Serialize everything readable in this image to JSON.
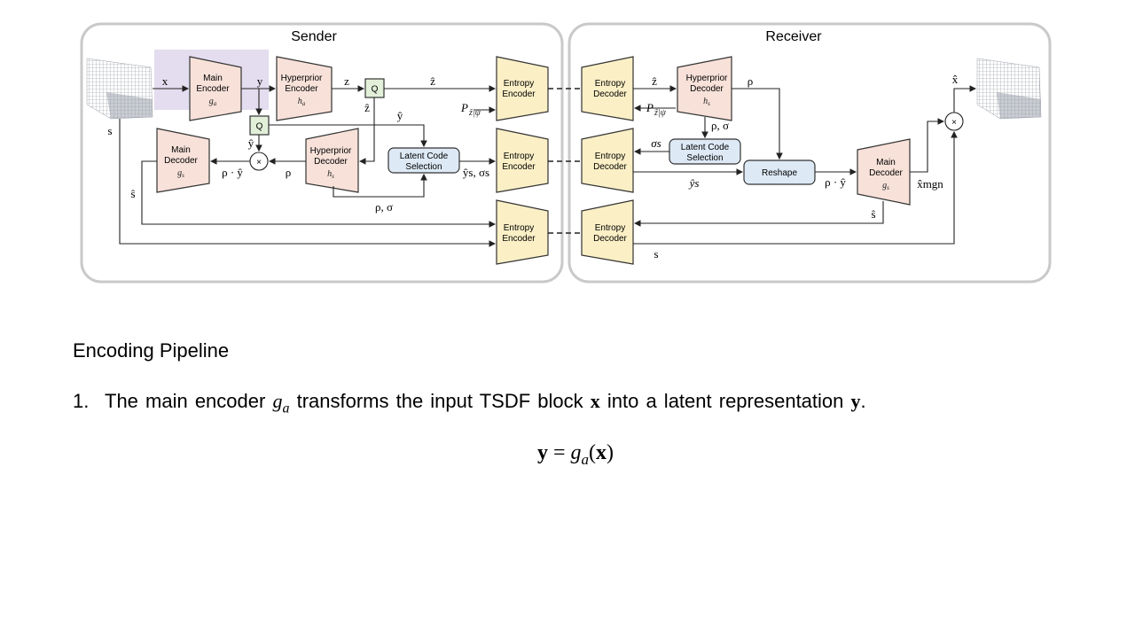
{
  "diagram": {
    "sender_title": "Sender",
    "receiver_title": "Receiver",
    "sender_blocks": {
      "main_encoder": [
        "Main",
        "Encoder",
        "g_a"
      ],
      "hyperprior_encoder": [
        "Hyperprior",
        "Encoder",
        "h_a"
      ],
      "main_decoder": [
        "Main",
        "Decoder",
        "g_s"
      ],
      "hyperprior_decoder": [
        "Hyperprior",
        "Decoder",
        "h_s"
      ],
      "latent_code_selection": [
        "Latent Code",
        "Selection"
      ],
      "entropy_encoder_1": [
        "Entropy",
        "Encoder"
      ],
      "entropy_encoder_2": [
        "Entropy",
        "Encoder"
      ],
      "entropy_encoder_3": [
        "Entropy",
        "Encoder"
      ],
      "quantizer_top": "Q",
      "quantizer_mid": "Q"
    },
    "receiver_blocks": {
      "entropy_decoder_1": [
        "Entropy",
        "Decoder"
      ],
      "entropy_decoder_2": [
        "Entropy",
        "Decoder"
      ],
      "entropy_decoder_3": [
        "Entropy",
        "Decoder"
      ],
      "hyperprior_decoder": [
        "Hyperprior",
        "Decoder",
        "h_s"
      ],
      "latent_code_selection": [
        "Latent Code",
        "Selection"
      ],
      "reshape": "Reshape",
      "main_decoder": [
        "Main",
        "Decoder",
        "g_s"
      ]
    },
    "signal_labels": {
      "x": "x",
      "y": "y",
      "z": "z",
      "z_hat": "ẑ",
      "y_hat": "ŷ",
      "s": "s",
      "s_hat": "ŝ",
      "rho": "ρ",
      "rho_y_hat": "ρ · ŷ",
      "rho_sigma": "ρ, σ",
      "ys_sigmas": "ŷs, σs",
      "p_cond": "P",
      "sigma_s": "σs",
      "ys_hat": "ŷs",
      "x_hat": "x̂",
      "x_hat_mgn": "x̂mgn",
      "multiply": "×"
    }
  },
  "text": {
    "heading": "Encoding Pipeline",
    "step_number": "1.",
    "step_part1": "The main encoder",
    "step_symbol_g": "g",
    "step_symbol_a": "a",
    "step_part2": "transforms the input TSDF block",
    "step_symbol_x": "x",
    "step_part3": "into a latent representation",
    "step_symbol_y": "y",
    "step_end": ".",
    "eq_lhs": "y",
    "eq_equals": "=",
    "eq_g": "g",
    "eq_sub": "a",
    "eq_open": "(",
    "eq_x": "x",
    "eq_close": ")"
  },
  "colors": {
    "encoder_fill": "#f7e1d9",
    "entropy_fill": "#fbefc6",
    "selection_fill": "#dde9f5",
    "quantizer_fill": "#e2f0d9",
    "highlight": "#e4dcef"
  }
}
